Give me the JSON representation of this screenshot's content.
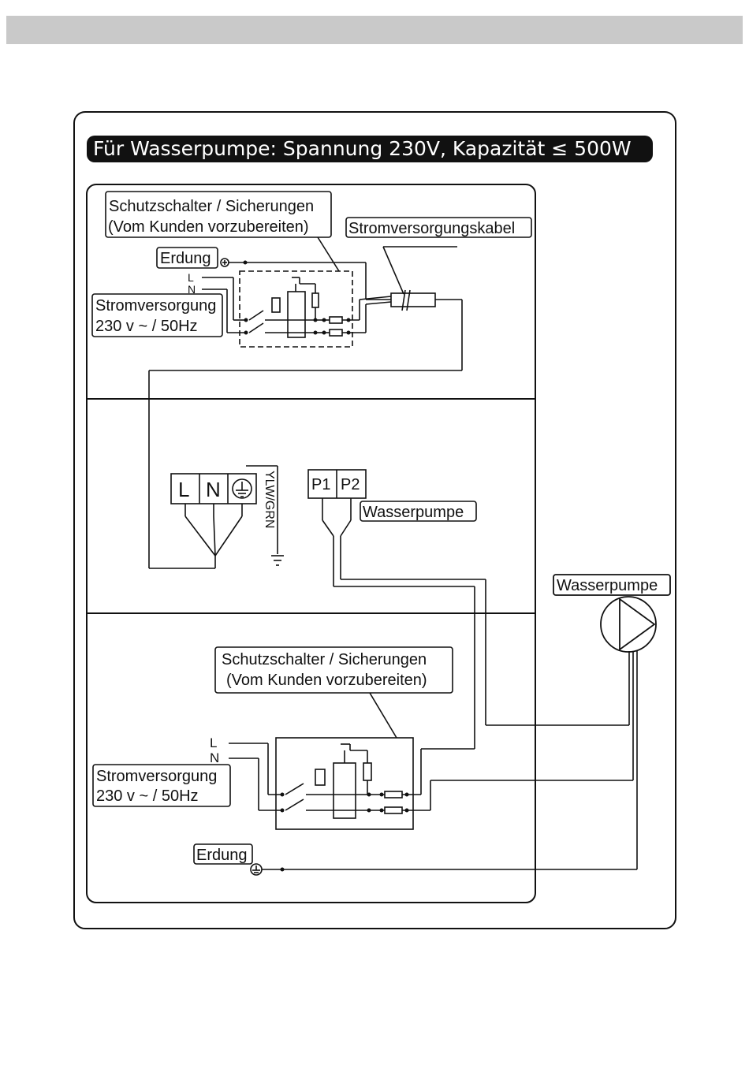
{
  "title": "Für Wasserpumpe: Spannung 230V, Kapazität ≤ 500W",
  "top_section": {
    "breaker_line1": "Schutzschalter / Sicherungen",
    "breaker_line2": "(Vom Kunden vorzubereiten)",
    "cable_label": "Stromversorgungskabel",
    "earth_label": "Erdung",
    "l_label": "L",
    "n_label": "N",
    "supply_line1": "Stromversorgung",
    "supply_line2": "230 v ~ / 50Hz"
  },
  "middle_section": {
    "terminal_l": "L",
    "terminal_n": "N",
    "wire_color": "YLW/GRN",
    "p1": "P1",
    "p2": "P2",
    "pump_label": "Wasserpumpe"
  },
  "bottom_section": {
    "breaker_line1": "Schutzschalter / Sicherungen",
    "breaker_line2": "(Vom Kunden vorzubereiten)",
    "l_label": "L",
    "n_label": "N",
    "supply_line1": "Stromversorgung",
    "supply_line2": "230 v ~ / 50Hz",
    "earth_label": "Erdung"
  },
  "pump": {
    "label": "Wasserpumpe"
  }
}
